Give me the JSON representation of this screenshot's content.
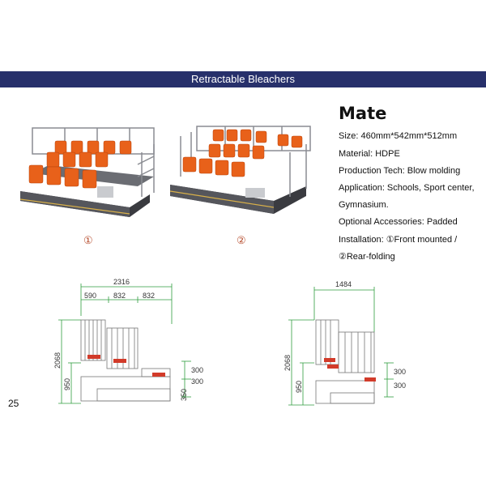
{
  "banner": {
    "title": "Retractable Bleachers"
  },
  "product": {
    "name": "Mate"
  },
  "specs": {
    "size": "Size: 460mm*542mm*512mm",
    "material": "Material: HDPE",
    "production": "Production Tech: Blow molding",
    "application": "Application: Schools, Sport center,",
    "application_cont": "Gymnasium.",
    "accessories": "Optional Accessories: Padded",
    "installation": "Installation: ①Front mounted /",
    "installation_cont": "②Rear-folding"
  },
  "labels": {
    "one": "①",
    "two": "②"
  },
  "drawing_left": {
    "total": "2316",
    "seg1": "590",
    "seg2": "832",
    "seg3": "832",
    "height": "2068",
    "lower": "950",
    "step1": "300",
    "step2": "300",
    "base": "350"
  },
  "drawing_right": {
    "total": "1484",
    "height": "2068",
    "lower": "950",
    "step1": "300",
    "step2": "300"
  },
  "page": {
    "number": "25"
  },
  "colors": {
    "banner": "#27306b",
    "seat": "#e8611a",
    "frame": "#7d7f84",
    "dim": "#2f9e3f"
  }
}
